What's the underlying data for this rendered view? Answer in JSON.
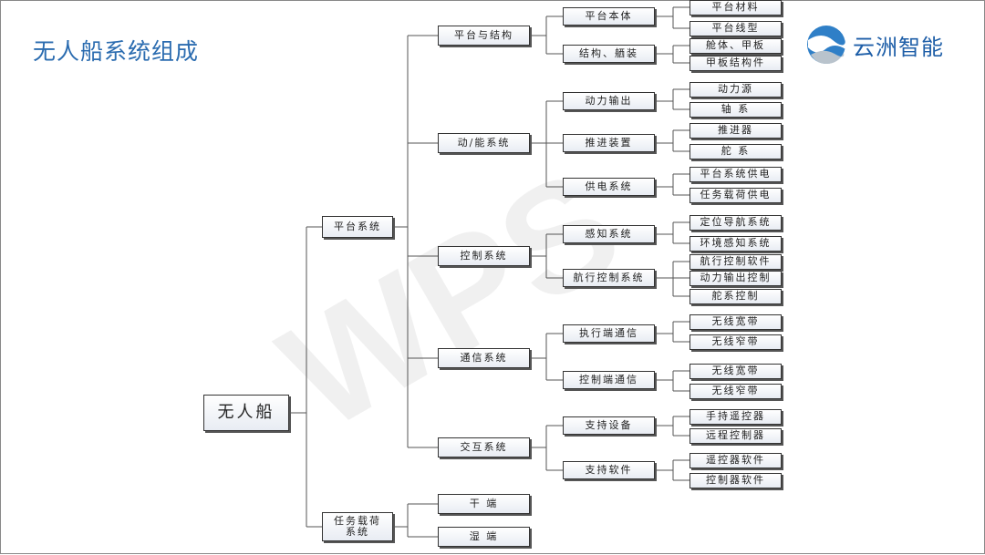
{
  "title": "无人船系统组成",
  "logo": {
    "text": "云洲智能"
  },
  "watermark": "WPS",
  "colors": {
    "title": "#2b6cb0",
    "logo": "#1f5fa8",
    "border": "#333333"
  },
  "tree": {
    "label": "无人船",
    "children": [
      {
        "label": "平台系统",
        "children": [
          {
            "label": "平台与结构",
            "children": [
              {
                "label": "平台本体",
                "children": [
                  {
                    "label": "平台材料"
                  },
                  {
                    "label": "平台线型"
                  }
                ]
              },
              {
                "label": "结构、舾装",
                "children": [
                  {
                    "label": "舱体、甲板"
                  },
                  {
                    "label": "甲板结构件"
                  }
                ]
              }
            ]
          },
          {
            "label": "动/能系统",
            "children": [
              {
                "label": "动力输出",
                "children": [
                  {
                    "label": "动力源"
                  },
                  {
                    "label": "轴 系"
                  }
                ]
              },
              {
                "label": "推进装置",
                "children": [
                  {
                    "label": "推进器"
                  },
                  {
                    "label": "舵 系"
                  }
                ]
              },
              {
                "label": "供电系统",
                "children": [
                  {
                    "label": "平台系统供电"
                  },
                  {
                    "label": "任务载荷供电"
                  }
                ]
              }
            ]
          },
          {
            "label": "控制系统",
            "children": [
              {
                "label": "感知系统",
                "children": [
                  {
                    "label": "定位导航系统"
                  },
                  {
                    "label": "环境感知系统"
                  }
                ]
              },
              {
                "label": "航行控制系统",
                "children": [
                  {
                    "label": "航行控制软件"
                  },
                  {
                    "label": "动力输出控制"
                  },
                  {
                    "label": "舵系控制"
                  }
                ]
              }
            ]
          },
          {
            "label": "通信系统",
            "children": [
              {
                "label": "执行端通信",
                "children": [
                  {
                    "label": "无线宽带"
                  },
                  {
                    "label": "无线窄带"
                  }
                ]
              },
              {
                "label": "控制端通信",
                "children": [
                  {
                    "label": "无线宽带"
                  },
                  {
                    "label": "无线窄带"
                  }
                ]
              }
            ]
          },
          {
            "label": "交互系统",
            "children": [
              {
                "label": "支持设备",
                "children": [
                  {
                    "label": "手持遥控器"
                  },
                  {
                    "label": "远程控制器"
                  }
                ]
              },
              {
                "label": "支持软件",
                "children": [
                  {
                    "label": "遥控器软件"
                  },
                  {
                    "label": "控制器软件"
                  }
                ]
              }
            ]
          }
        ]
      },
      {
        "label": "任务载荷系统",
        "children": [
          {
            "label": "干 端"
          },
          {
            "label": "湿 端"
          }
        ]
      }
    ]
  }
}
